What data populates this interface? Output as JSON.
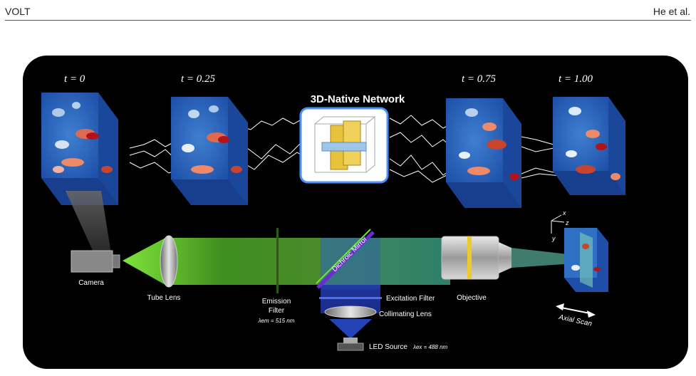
{
  "header": {
    "left": "VOLT",
    "right": "He et al."
  },
  "timepoints": [
    "t = 0",
    "t = 0.25",
    "t = 0.75",
    "t = 1.00"
  ],
  "network": {
    "title": "3D-Native Network"
  },
  "labels": {
    "camera": "Camera",
    "tube_lens": "Tube Lens",
    "emission_filter_line1": "Emission",
    "emission_filter_line2": "Filter",
    "emission_wavelength": "λem = 515 nm",
    "dichroic_mirror": "Dichroic Mirror",
    "excitation_filter": "Excitation Filter",
    "collimating_lens": "Collimating Lens",
    "led_source": "LED Source",
    "excitation_wavelength": "λex = 488 nm",
    "objective": "Objective",
    "axial_scan": "Axial Scan"
  },
  "axes": {
    "x": "x",
    "y": "y",
    "z": "z"
  },
  "colors": {
    "panel": "#000000",
    "beam_green": "#5fbf2a",
    "excitation_blue": "#2f4bd6",
    "mirror": "#6a2bd0"
  }
}
